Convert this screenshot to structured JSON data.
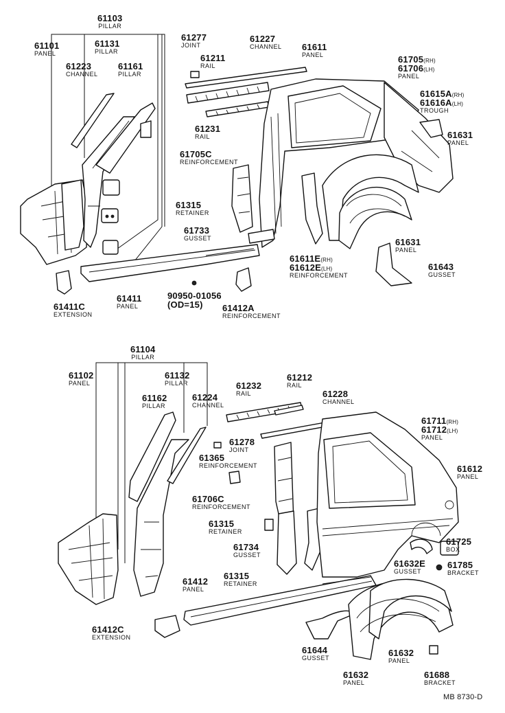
{
  "diagram_code": "MB 8730-D",
  "upper_group": {
    "pillar": {
      "number": "61103",
      "name": "PILLAR"
    },
    "labels": [
      {
        "id": "61101",
        "number": "61101",
        "name": "PANEL"
      },
      {
        "id": "61131",
        "number": "61131",
        "name": "PILLAR"
      },
      {
        "id": "61223",
        "number": "61223",
        "name": "CHANNEL"
      },
      {
        "id": "61161",
        "number": "61161",
        "name": "PILLAR"
      },
      {
        "id": "61277",
        "number": "61277",
        "name": "JOINT"
      },
      {
        "id": "61227",
        "number": "61227",
        "name": "CHANNEL"
      },
      {
        "id": "61611",
        "number": "61611",
        "name": "PANEL"
      },
      {
        "id": "61211",
        "number": "61211",
        "name": "RAIL"
      },
      {
        "id": "61231",
        "number": "61231",
        "name": "RAIL"
      },
      {
        "id": "61705C",
        "number": "61705C",
        "name": "REINFORCEMENT"
      },
      {
        "id": "61315a",
        "number": "61315",
        "name": "RETAINER"
      },
      {
        "id": "61733",
        "number": "61733",
        "name": "GUSSET"
      },
      {
        "id": "61631b",
        "number": "61631",
        "name": "PANEL"
      },
      {
        "id": "61631a",
        "number": "61631",
        "name": "PANEL"
      },
      {
        "id": "61643",
        "number": "61643",
        "name": "GUSSET"
      },
      {
        "id": "61411C",
        "number": "61411C",
        "name": "EXTENSION"
      },
      {
        "id": "61411",
        "number": "61411",
        "name": "PANEL"
      },
      {
        "id": "61412A",
        "number": "61412A",
        "name": "REINFORCEMENT"
      }
    ],
    "panel_61705": {
      "num1": "61705",
      "tag1": "(RH)",
      "num2": "61706",
      "tag2": "(LH)",
      "name": "PANEL"
    },
    "trough_61615": {
      "num1": "61615A",
      "tag1": "(RH)",
      "num2": "61616A",
      "tag2": "(LH)",
      "name": "TROUGH"
    },
    "reinf_61611E": {
      "num1": "61611E",
      "tag1": "(RH)",
      "num2": "61612E",
      "tag2": "(LH)",
      "name": "REINFORCEMENT"
    },
    "plug": {
      "number": "90950-01056",
      "spec": "(OD=15)"
    }
  },
  "lower_group": {
    "pillar": {
      "number": "61104",
      "name": "PILLAR"
    },
    "labels": [
      {
        "id": "61102",
        "number": "61102",
        "name": "PANEL"
      },
      {
        "id": "61132",
        "number": "61132",
        "name": "PILLAR"
      },
      {
        "id": "61162",
        "number": "61162",
        "name": "PILLAR"
      },
      {
        "id": "61224",
        "number": "61224",
        "name": "CHANNEL"
      },
      {
        "id": "61232",
        "number": "61232",
        "name": "RAIL"
      },
      {
        "id": "61212",
        "number": "61212",
        "name": "RAIL"
      },
      {
        "id": "61228",
        "number": "61228",
        "name": "CHANNEL"
      },
      {
        "id": "61278",
        "number": "61278",
        "name": "JOINT"
      },
      {
        "id": "61365",
        "number": "61365",
        "name": "REINFORCEMENT"
      },
      {
        "id": "61706C",
        "number": "61706C",
        "name": "REINFORCEMENT"
      },
      {
        "id": "61315b",
        "number": "61315",
        "name": "RETAINER"
      },
      {
        "id": "61734",
        "number": "61734",
        "name": "GUSSET"
      },
      {
        "id": "61315c",
        "number": "61315",
        "name": "RETAINER"
      },
      {
        "id": "61612",
        "number": "61612",
        "name": "PANEL"
      },
      {
        "id": "61725",
        "number": "61725",
        "name": "BOX"
      },
      {
        "id": "61632E",
        "number": "61632E",
        "name": "GUSSET"
      },
      {
        "id": "61785",
        "number": "61785",
        "name": "BRACKET"
      },
      {
        "id": "61412",
        "number": "61412",
        "name": "PANEL"
      },
      {
        "id": "61412C",
        "number": "61412C",
        "name": "EXTENSION"
      },
      {
        "id": "61644",
        "number": "61644",
        "name": "GUSSET"
      },
      {
        "id": "61632a",
        "number": "61632",
        "name": "PANEL"
      },
      {
        "id": "61632b",
        "number": "61632",
        "name": "PANEL"
      },
      {
        "id": "61688",
        "number": "61688",
        "name": "BRACKET"
      }
    ],
    "panel_61711": {
      "num1": "61711",
      "tag1": "(RH)",
      "num2": "61712",
      "tag2": "(LH)",
      "name": "PANEL"
    }
  }
}
